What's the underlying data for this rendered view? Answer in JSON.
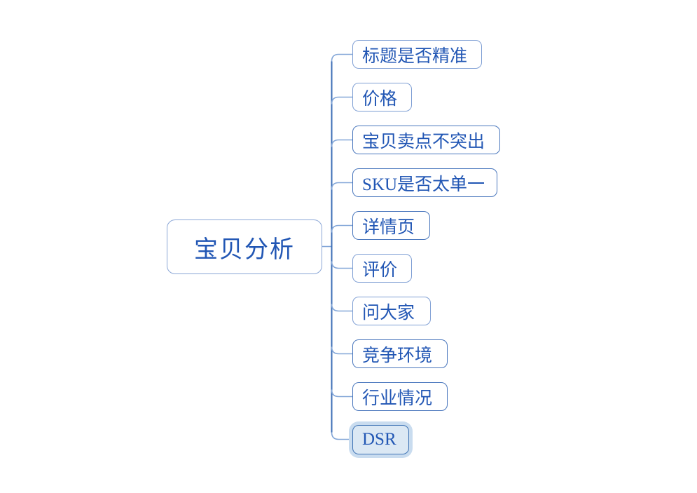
{
  "diagram": {
    "type": "mindmap",
    "background_color": "#ffffff",
    "text_color": "#2156b4",
    "root": {
      "label": "宝贝分析",
      "text_color": "#2156b4",
      "border_color": "#8aa6d6",
      "fill_color": "#ffffff"
    },
    "children": [
      {
        "label": "标题是否精准",
        "border_color": "#7f9fd4",
        "fill_color": "#ffffff",
        "selected": false
      },
      {
        "label": "价格",
        "border_color": "#7f9fd4",
        "fill_color": "#ffffff",
        "selected": false
      },
      {
        "label": "宝贝卖点不突出",
        "border_color": "#4a77bd",
        "fill_color": "#ffffff",
        "selected": false
      },
      {
        "label": "SKU是否太单一",
        "border_color": "#4a77bd",
        "fill_color": "#ffffff",
        "selected": false
      },
      {
        "label": "详情页",
        "border_color": "#4a77bd",
        "fill_color": "#ffffff",
        "selected": false
      },
      {
        "label": "评价",
        "border_color": "#7f9fd4",
        "fill_color": "#ffffff",
        "selected": false
      },
      {
        "label": "问大家",
        "border_color": "#7f9fd4",
        "fill_color": "#ffffff",
        "selected": false
      },
      {
        "label": "竞争环境",
        "border_color": "#4a77bd",
        "fill_color": "#ffffff",
        "selected": false
      },
      {
        "label": "行业情况",
        "border_color": "#4a77bd",
        "fill_color": "#ffffff",
        "selected": false
      },
      {
        "label": "DSR",
        "border_color": "#3f74b5",
        "fill_color": "#dbe8f4",
        "selected": true,
        "selection_halo_color": "#c9dcef"
      }
    ],
    "connectors": {
      "trunk_color": "#3e6fb6",
      "branch_color": "#84a7d8"
    }
  }
}
